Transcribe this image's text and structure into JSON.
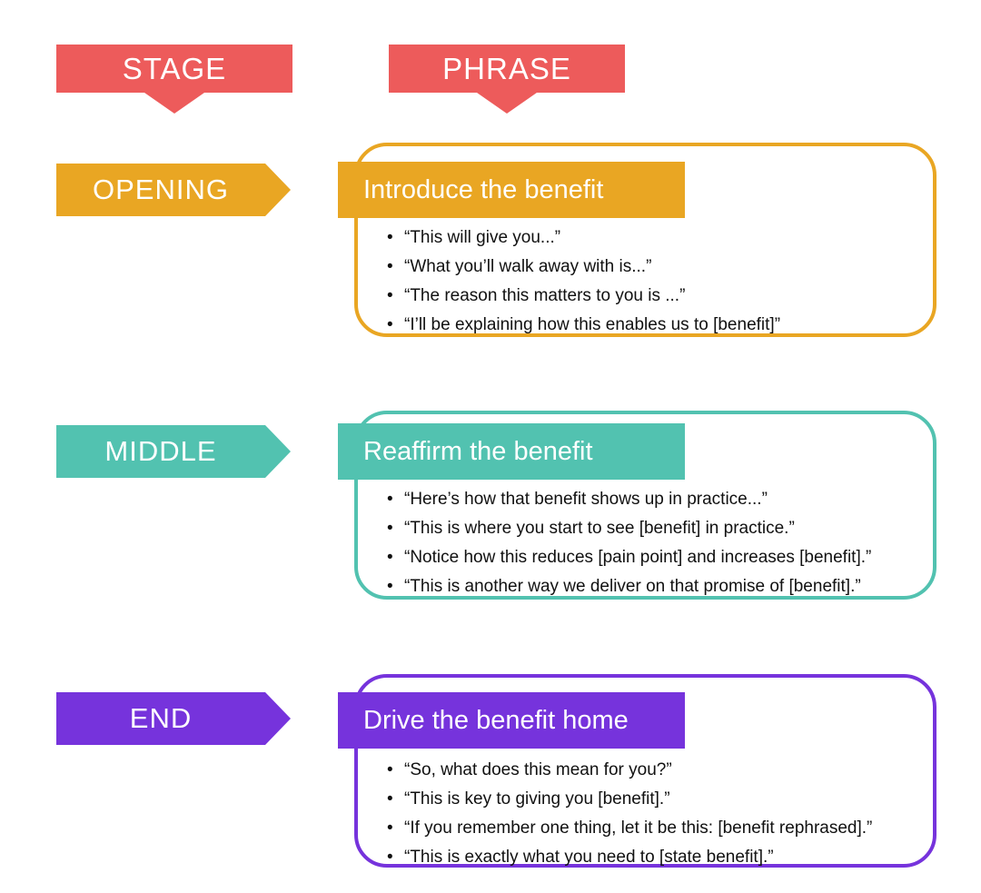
{
  "colors": {
    "coral": "#ED5B5B",
    "orange": "#E9A623",
    "teal": "#52C2B0",
    "purple": "#7633DC"
  },
  "column_headers": [
    {
      "id": "stage",
      "label": "STAGE"
    },
    {
      "id": "phrase",
      "label": "PHRASE"
    }
  ],
  "rows": [
    {
      "stage": "OPENING",
      "color": "#E9A623",
      "phrase_title": "Introduce the benefit",
      "bullets": [
        "“This will give you...”",
        "“What you’ll walk away with is...”",
        "“The reason this matters to you is ...”",
        "“I’ll be explaining how this enables us to [benefit]”"
      ]
    },
    {
      "stage": "MIDDLE",
      "color": "#52C2B0",
      "phrase_title": "Reaffirm the benefit",
      "bullets": [
        "“Here’s how that benefit shows up in practice...”",
        "“This is where you start to see [benefit] in practice.”",
        "“Notice how this reduces [pain point] and increases [benefit].”",
        "“This is another way we deliver on that promise of [benefit].”"
      ]
    },
    {
      "stage": "END",
      "color": "#7633DC",
      "phrase_title": "Drive the benefit home",
      "bullets": [
        "“So, what does this mean for you?”",
        "“This is key to giving you [benefit].”",
        "“If you remember one thing, let it be this: [benefit rephrased].”",
        "“This is exactly what you need to [state benefit].”"
      ]
    }
  ]
}
